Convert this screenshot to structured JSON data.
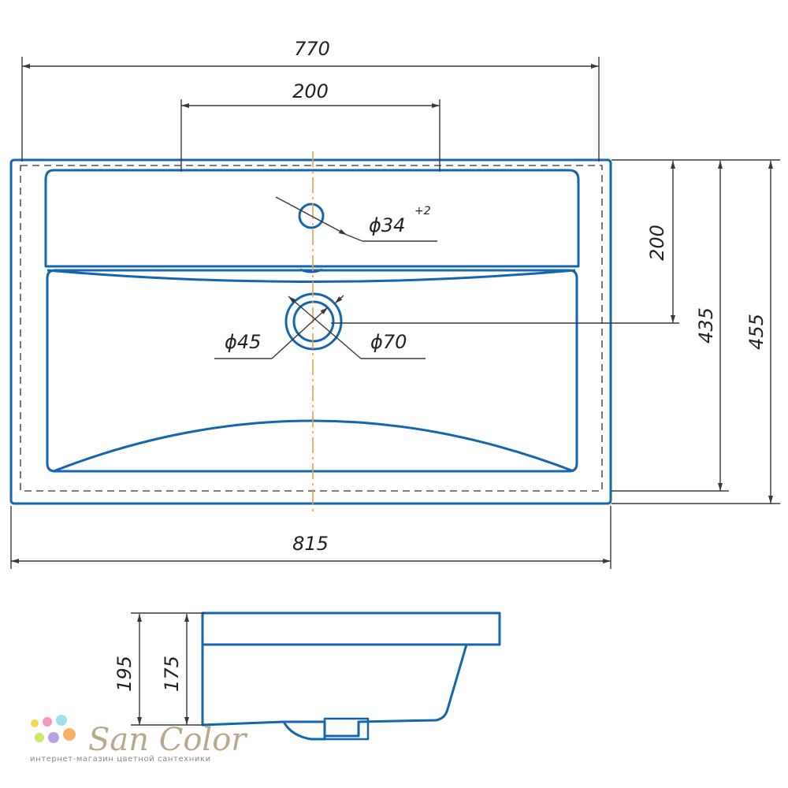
{
  "dimensions": {
    "top_width": "770",
    "faucet_spacing": "200",
    "faucet_hole_dia": "ϕ34",
    "faucet_hole_tol": "+2",
    "drain_inner_dia": "ϕ45",
    "drain_outer_dia": "ϕ70",
    "drain_offset": "200",
    "inner_depth": "435",
    "outer_depth": "455",
    "overall_width": "815",
    "side_height_outer": "195",
    "side_height_inner": "175"
  },
  "brand": {
    "name": "San Color",
    "tagline": "интернет-магазин цветной сантехники",
    "dot_colors": [
      "#f5d84a",
      "#f29ac0",
      "#a6dcef",
      "#c7e86b",
      "#b7a3e0",
      "#f6b26b"
    ]
  },
  "colors": {
    "outline": "#1466b0",
    "dim_line": "#3a3a3a",
    "centerline": "#e6a24a"
  }
}
